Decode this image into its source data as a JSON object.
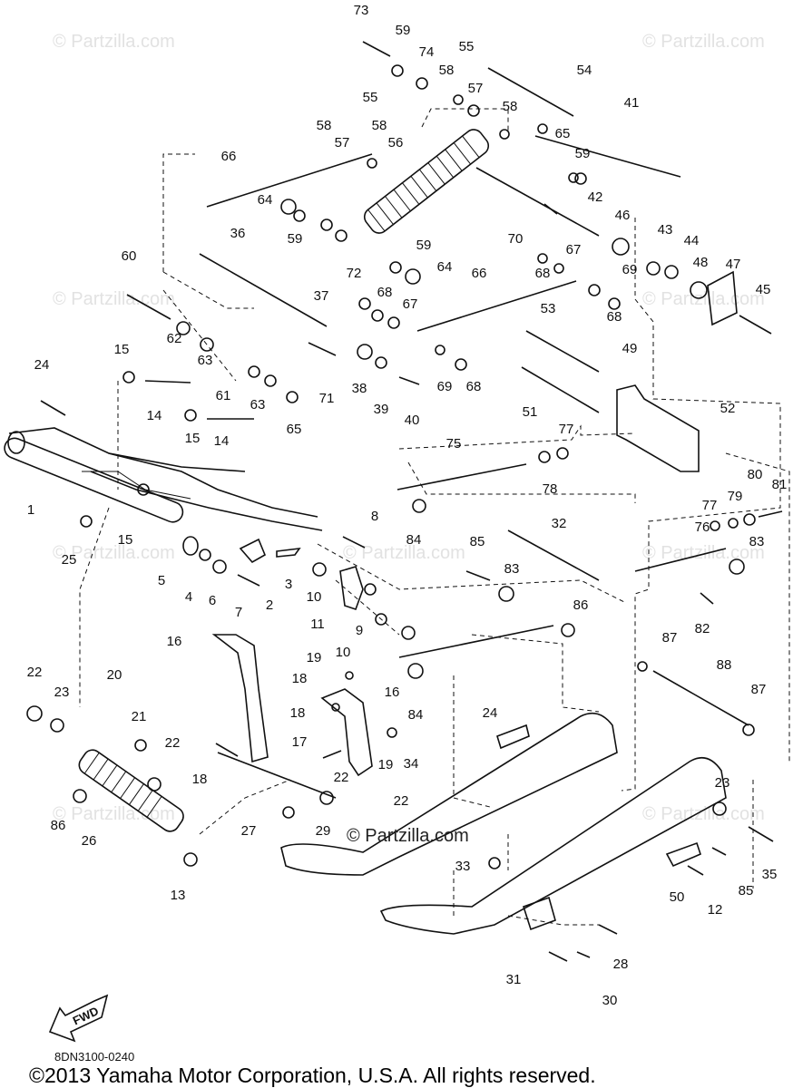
{
  "watermark": "© Partzilla.com",
  "center_watermark": "© Partzilla.com",
  "diagram_code": "8DN3100-0240",
  "fwd_label": "FWD",
  "copyright": "©2013  Yamaha Motor Corporation, U.S.A. All rights reserved.",
  "callouts": [
    "73",
    "59",
    "74",
    "55",
    "58",
    "57",
    "54",
    "41",
    "55",
    "58",
    "57",
    "58",
    "56",
    "58",
    "65",
    "59",
    "66",
    "42",
    "46",
    "43",
    "44",
    "48",
    "47",
    "45",
    "64",
    "59",
    "36",
    "70",
    "59",
    "64",
    "67",
    "68",
    "66",
    "69",
    "60",
    "72",
    "68",
    "67",
    "37",
    "53",
    "68",
    "62",
    "63",
    "15",
    "24",
    "61",
    "63",
    "38",
    "39",
    "40",
    "71",
    "69",
    "68",
    "51",
    "49",
    "52",
    "14",
    "14",
    "65",
    "15",
    "77",
    "75",
    "78",
    "80",
    "81",
    "79",
    "77",
    "1",
    "15",
    "8",
    "32",
    "76",
    "83",
    "25",
    "5",
    "4",
    "6",
    "7",
    "2",
    "3",
    "85",
    "83",
    "10",
    "84",
    "11",
    "9",
    "86",
    "82",
    "10",
    "16",
    "19",
    "87",
    "88",
    "22",
    "20",
    "18",
    "16",
    "84",
    "23",
    "87",
    "21",
    "22",
    "18",
    "17",
    "19",
    "34",
    "24",
    "18",
    "22",
    "86",
    "23",
    "26",
    "27",
    "29",
    "22",
    "13",
    "33",
    "50",
    "85",
    "35",
    "12",
    "28",
    "31",
    "30"
  ]
}
